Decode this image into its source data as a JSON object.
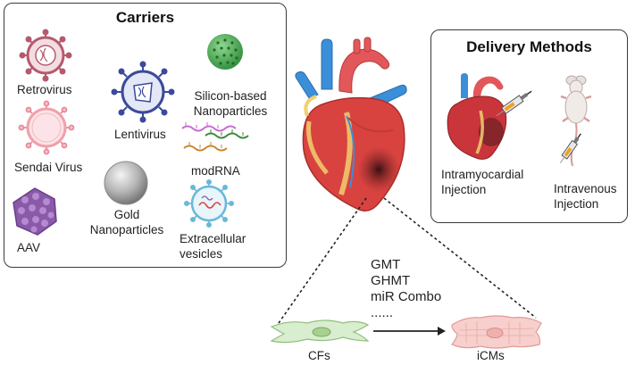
{
  "carriers": {
    "title": "Carriers",
    "items": {
      "retrovirus": "Retrovirus",
      "lentivirus": "Lentivirus",
      "silicon_line1": "Silicon-based",
      "silicon_line2": "Nanoparticles",
      "sendai": "Sendai Virus",
      "modrna": "modRNA",
      "gold_line1": "Gold",
      "gold_line2": "Nanoparticles",
      "aav": "AAV",
      "ev_line1": "Extracellular",
      "ev_line2": "vesicles"
    }
  },
  "delivery": {
    "title": "Delivery Methods",
    "intramyocardial_line1": "Intramyocardial",
    "intramyocardial_line2": "Injection",
    "intravenous_line1": "Intravenous",
    "intravenous_line2": "Injection"
  },
  "reprogramming": {
    "factors": [
      "GMT",
      "GHMT",
      "miR Combo",
      "......"
    ],
    "source_cell": "CFs",
    "target_cell": "iCMs"
  },
  "colors": {
    "retro": "#b55a6e",
    "lenti": "#3b4a9c",
    "silicon": "#4caf50",
    "sendai": "#f0a0aa",
    "gold": "#a8a8a8",
    "aav": "#8a5aa8",
    "ev": "#6ab8d8",
    "heart": "#d9433f",
    "vessel_blue": "#3a8fd8",
    "cf": "#cfe8c4",
    "icm": "#f6c9c6"
  }
}
